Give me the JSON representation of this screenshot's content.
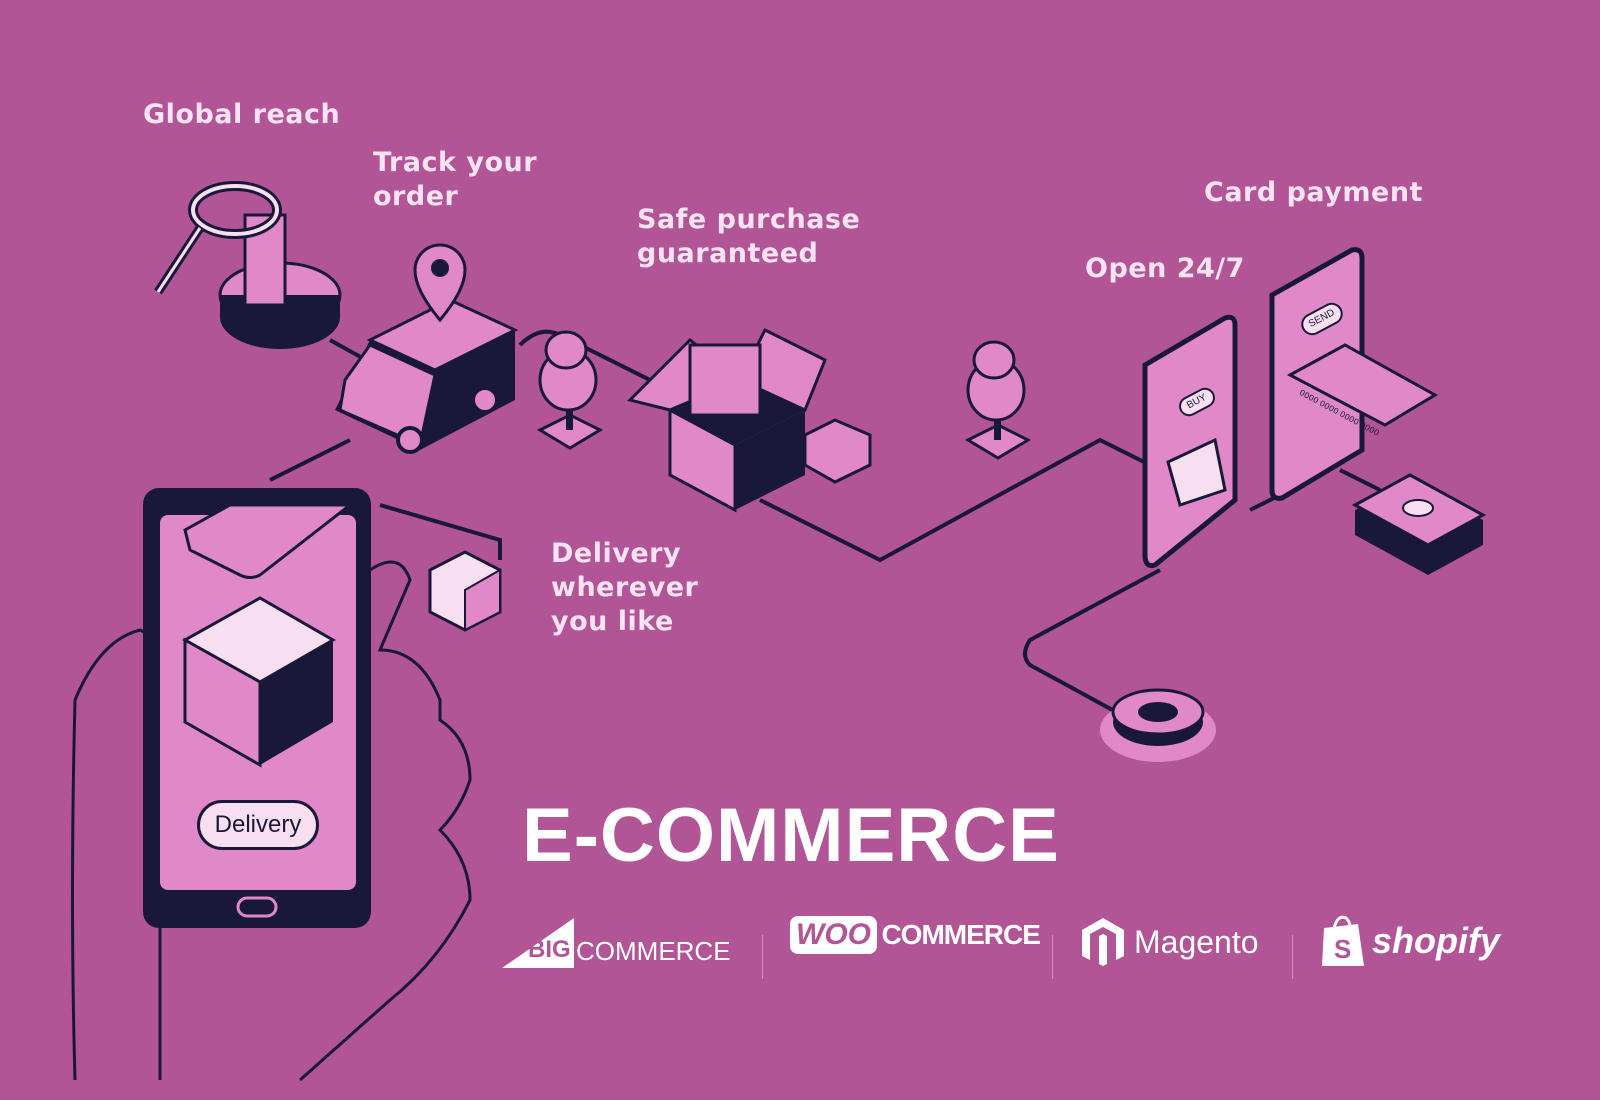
{
  "labels": {
    "global_reach": "Global reach",
    "track_order": [
      "Track your",
      "order"
    ],
    "safe_purchase": [
      "Safe purchase",
      "guaranteed"
    ],
    "open_247": "Open 24/7",
    "card_payment": "Card payment",
    "delivery": [
      "Delivery",
      "wherever",
      "you like"
    ]
  },
  "phone_button": "Delivery",
  "buy_button": "BUY",
  "send_button": "SEND",
  "card_number": "0000 0000 0000 0000",
  "title": "E-COMMERCE",
  "logos": {
    "bigcommerce": {
      "big": "BIG",
      "rest": "COMMERCE"
    },
    "woocommerce": {
      "woo": "WOO",
      "rest": "COMMERCE"
    },
    "magento": "Magento",
    "shopify": "shopify"
  },
  "colors": {
    "background": "#b15596",
    "dark": "#1a1838",
    "pink": "#e088c8",
    "light": "#fbe3f3"
  }
}
